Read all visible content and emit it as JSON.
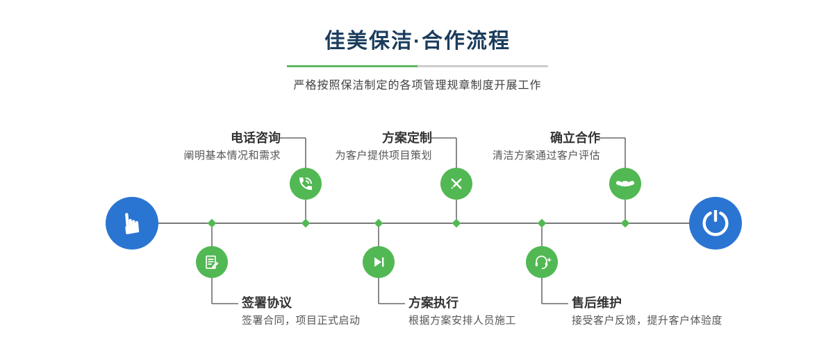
{
  "header": {
    "title": "佳美保洁·合作流程",
    "subtitle": "严格按照保洁制定的各项管理规章制度开展工作"
  },
  "flow": {
    "start_icon": "hand-pointer-icon",
    "end_icon": "power-icon",
    "steps_top": [
      {
        "title": "电话咨询",
        "desc": "阐明基本情况和需求",
        "icon": "phone-icon"
      },
      {
        "title": "方案定制",
        "desc": "为客户提供项目策划",
        "icon": "pen-ruler-icon"
      },
      {
        "title": "确立合作",
        "desc": "清洁方案通过客户评估",
        "icon": "handshake-icon"
      }
    ],
    "steps_bottom": [
      {
        "title": "签署协议",
        "desc": "签署合同，项目正式启动",
        "icon": "contract-icon"
      },
      {
        "title": "方案执行",
        "desc": "根据方案安排人员施工",
        "icon": "play-icon"
      },
      {
        "title": "售后维护",
        "desc": "接受客户反馈，提升客户体验度",
        "icon": "headset-icon"
      }
    ]
  },
  "colors": {
    "title_navy": "#1b3c5c",
    "accent_green": "#52b853",
    "node_blue": "#2a75d2",
    "divider_green": "#5cb85c",
    "divider_gray": "#cccccc",
    "line_dark": "#4a4a4a"
  }
}
